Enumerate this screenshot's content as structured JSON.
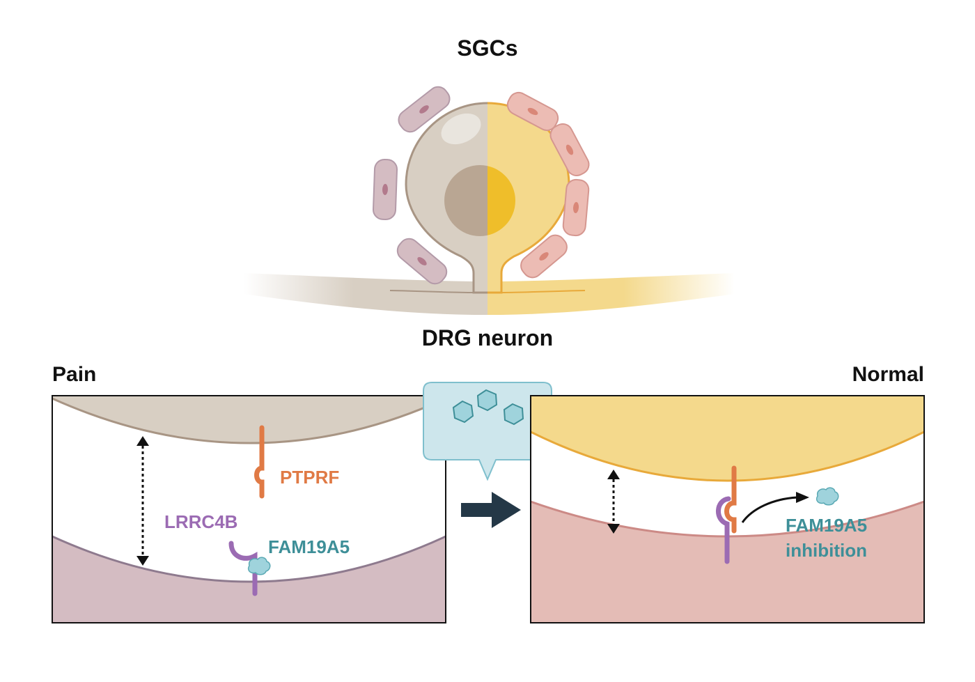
{
  "labels": {
    "sgcs": "SGCs",
    "drg_neuron": "DRG neuron",
    "pain": "Pain",
    "normal": "Normal"
  },
  "pain_panel": {
    "ptprf": "PTPRF",
    "lrrc4b": "LRRC4B",
    "fam19a5": "FAM19A5"
  },
  "normal_panel": {
    "fam19a5_line1": "FAM19A5",
    "fam19a5_line2": "inhibition"
  },
  "colors": {
    "pain_neuron": "#d8cfc3",
    "pain_neuron_edge": "#a89584",
    "pain_sgc": "#d4bcc2",
    "pain_sgc_edge": "#8e7a8e",
    "normal_neuron": "#f4d98c",
    "normal_neuron_edge": "#e8a93a",
    "normal_sgc": "#e4bcb6",
    "normal_sgc_edge": "#cc8a86",
    "ptprf": "#e07a45",
    "lrrc4b": "#9b6bb3",
    "fam19a5": "#3e8f98",
    "drug": "#9fd3dc",
    "arrow": "#243847"
  }
}
